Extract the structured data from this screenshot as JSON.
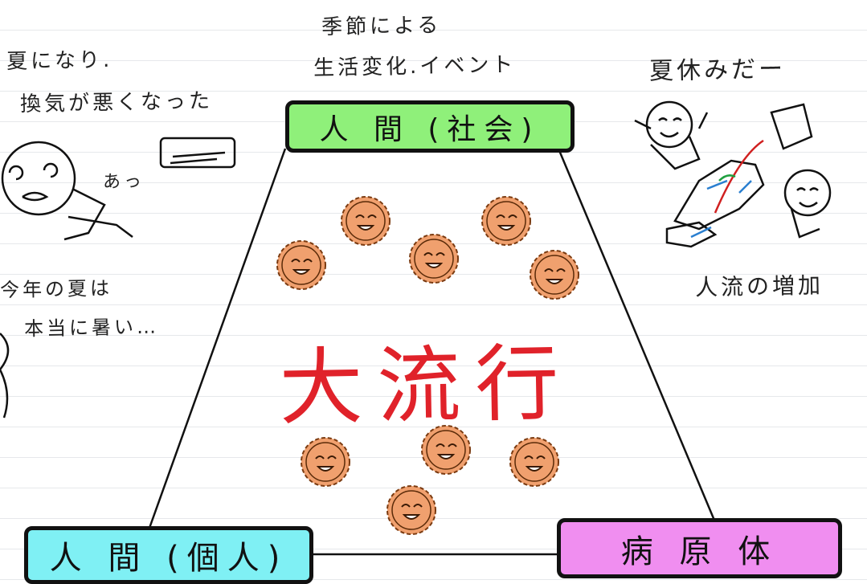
{
  "nodes": {
    "society": "人 間 (社会)",
    "individual": "人 間 (個人)",
    "pathogen": "病 原 体"
  },
  "center_title": "大流行",
  "notes": {
    "top_line1": "季節による",
    "top_line2": "生活変化.イベント",
    "left_line1": "夏になり.",
    "left_line2": "換気が悪くなった",
    "left_sound": "あっ",
    "left2_line1": "今年の夏は",
    "left2_line2": "本当に暑い…",
    "right_title": "夏休みだー",
    "right_bottom": "人流の増加"
  },
  "colors": {
    "society_box": "#8ff07a",
    "individual_box": "#7ff0f4",
    "pathogen_box": "#f08ef0",
    "center_title": "#e0222a",
    "virus_fill": "#f0a06e"
  },
  "icons": [
    "virus-icon",
    "air-conditioner-icon",
    "japan-map-icon",
    "person-icon"
  ]
}
